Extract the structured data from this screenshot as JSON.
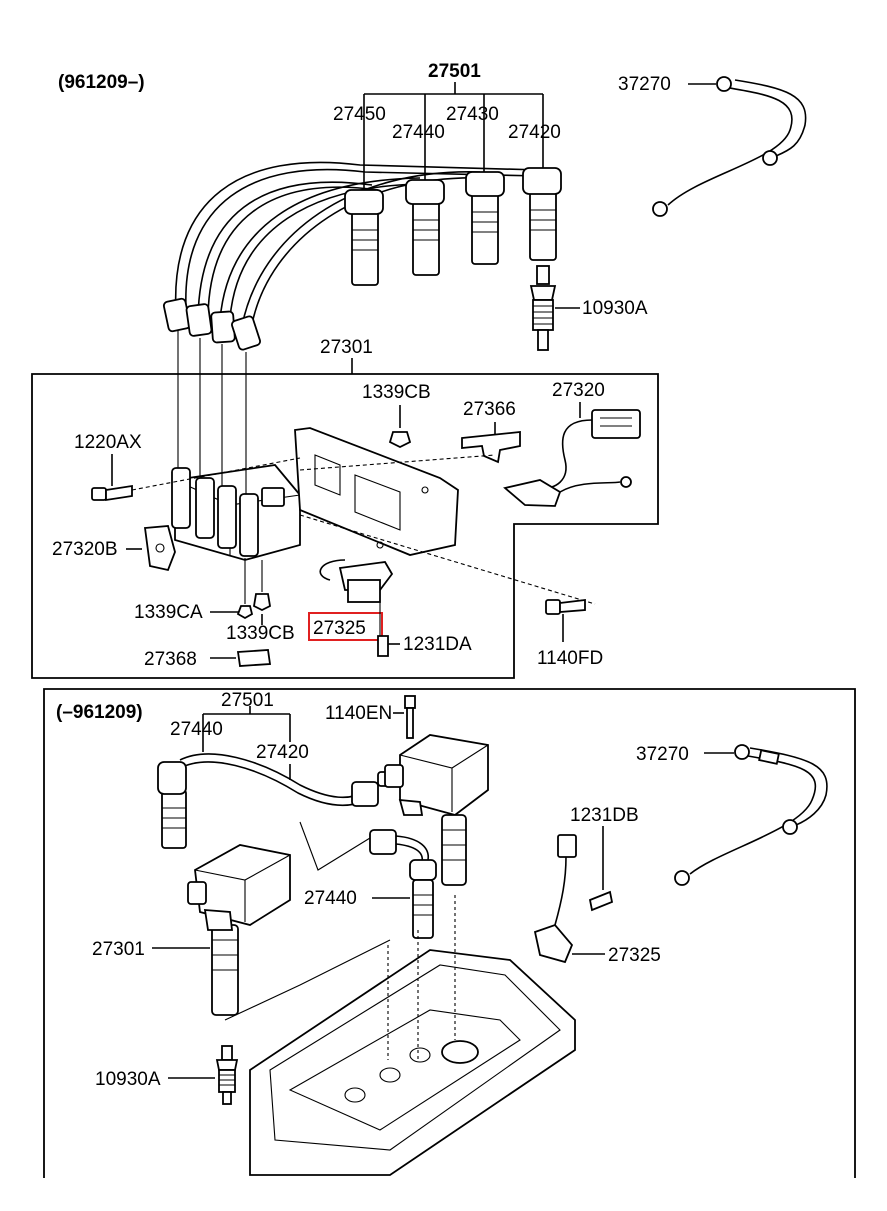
{
  "upper_section": {
    "date_range": "(961209–)",
    "labels": {
      "p27501": "27501",
      "p27450": "27450",
      "p27440": "27440",
      "p27430": "27430",
      "p27420": "27420",
      "p37270": "37270",
      "p10930A": "10930A",
      "p27301": "27301",
      "p1339CB_top": "1339CB",
      "p27366": "27366",
      "p27320": "27320",
      "p1220AX": "1220AX",
      "p27320B": "27320B",
      "p1339CA": "1339CA",
      "p1339CB": "1339CB",
      "p27325": "27325",
      "p1231DA": "1231DA",
      "p27368": "27368",
      "p1140FD": "1140FD"
    },
    "highlighted_part": "27325"
  },
  "lower_section": {
    "date_range": "(–961209)",
    "labels": {
      "p27501": "27501",
      "p27440_top": "27440",
      "p27420": "27420",
      "p1140EN": "1140EN",
      "p37270": "37270",
      "p1231DB": "1231DB",
      "p27440": "27440",
      "p27301": "27301",
      "p27325": "27325",
      "p10930A": "10930A"
    }
  }
}
